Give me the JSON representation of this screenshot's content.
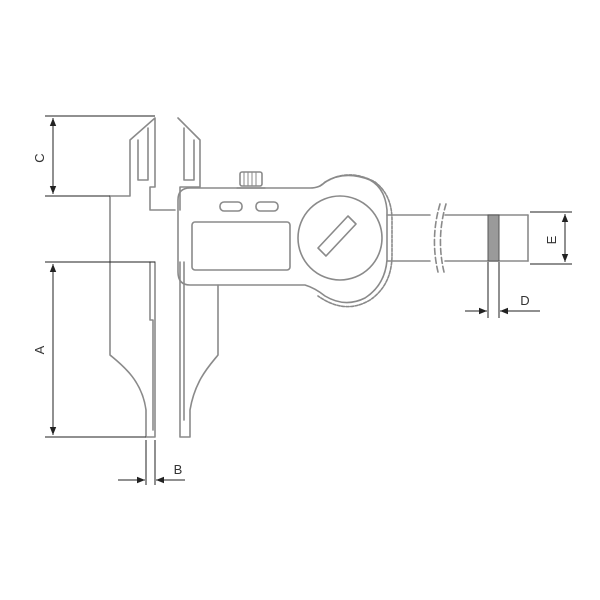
{
  "labels": {
    "a": "A",
    "b": "B",
    "c": "C",
    "d": "D",
    "e": "E"
  },
  "colors": {
    "outline": "#8a8a8a",
    "dimension": "#222222",
    "marker_band": "#9a9a9a",
    "background": "#ffffff"
  }
}
